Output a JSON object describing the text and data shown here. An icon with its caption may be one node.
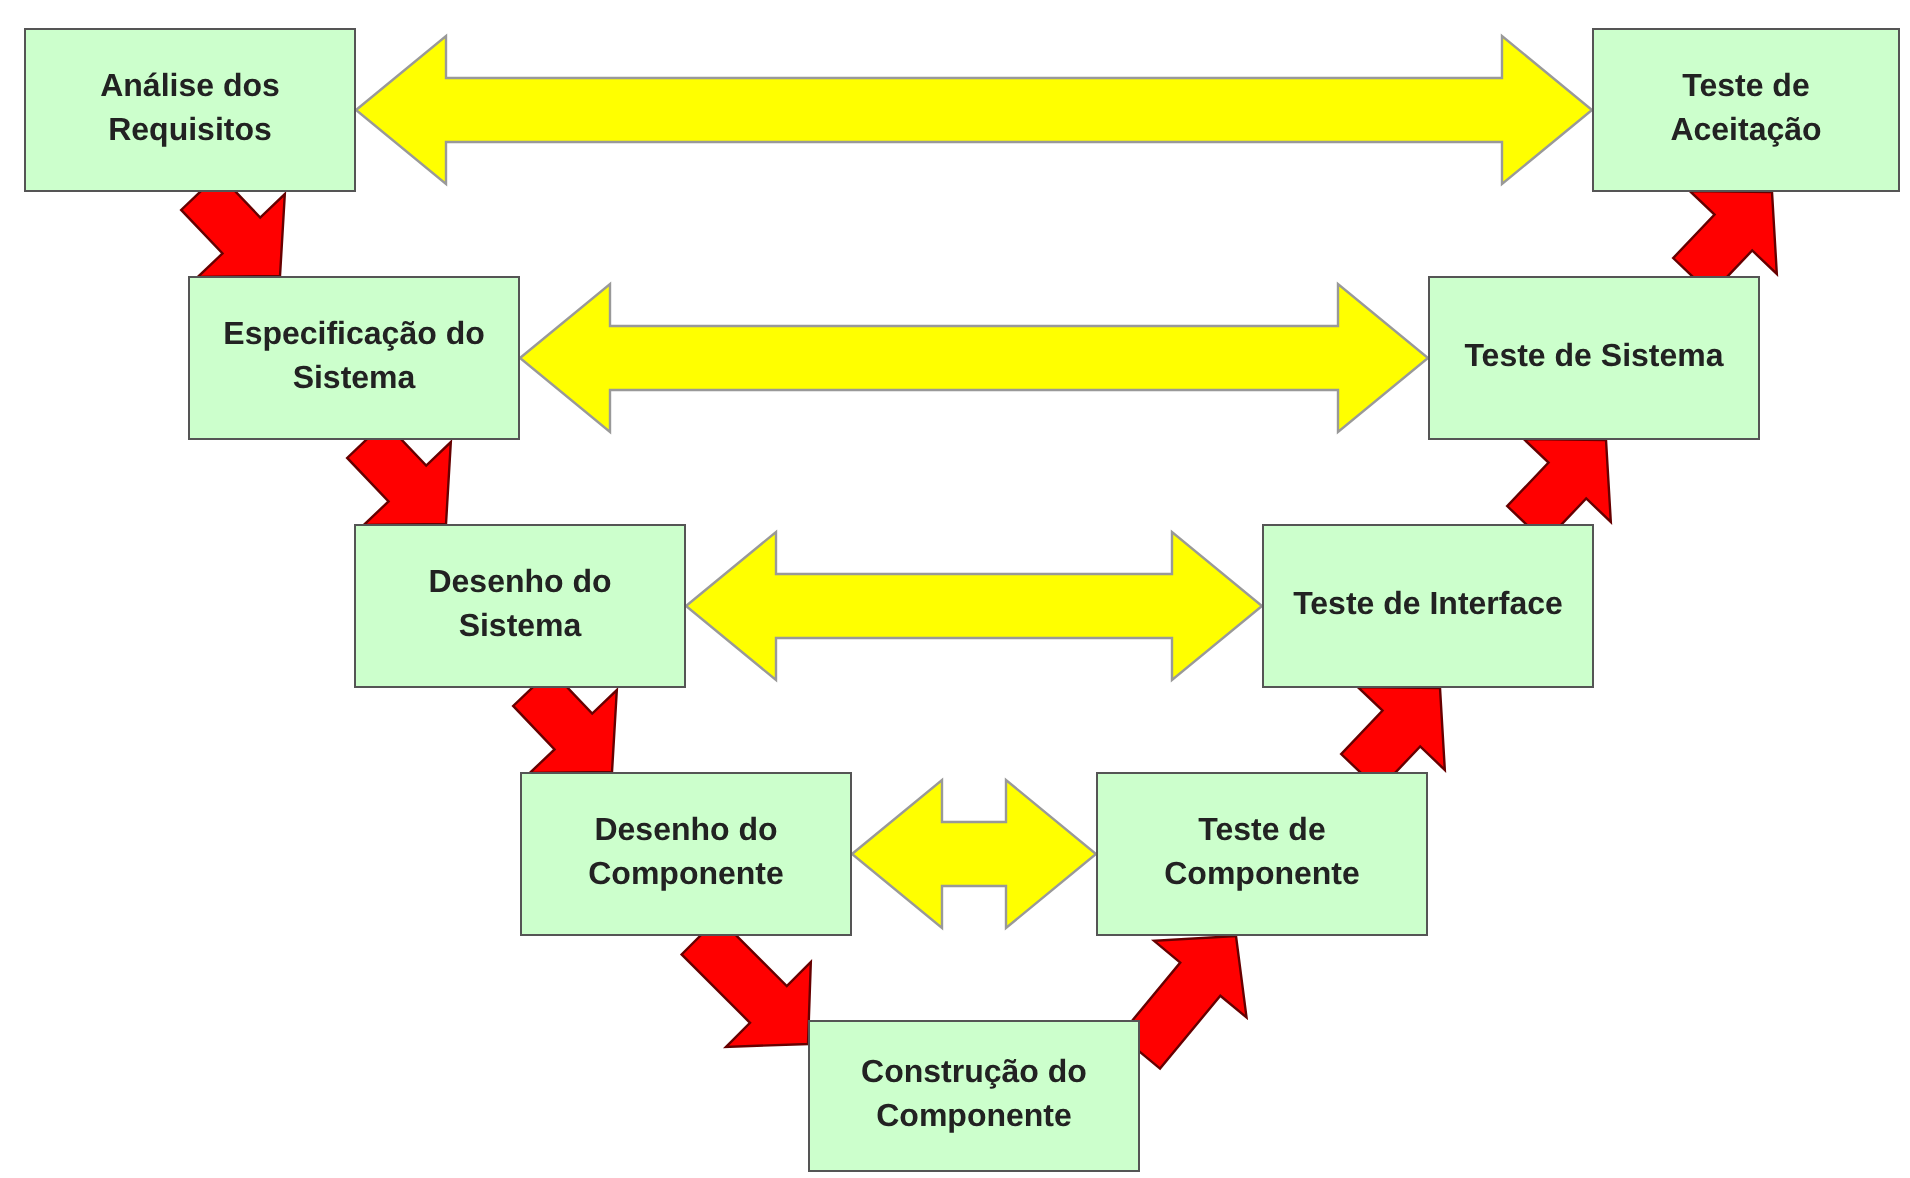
{
  "diagram": {
    "nodes": [
      {
        "text": [
          "Análise dos Requisitos"
        ]
      },
      {
        "text": [
          "Especificação do Sistema"
        ]
      },
      {
        "text": [
          "Desenho do Sistema"
        ]
      },
      {
        "text": [
          "Desenho do Componente"
        ]
      },
      {
        "text": [
          "Construção do Componente"
        ]
      },
      {
        "text": [
          "Teste de Componente"
        ]
      },
      {
        "text": [
          "Teste de Interface"
        ]
      },
      {
        "text": [
          "Teste de Sistema"
        ]
      },
      {
        "text": [
          "Teste de Aceitação"
        ]
      }
    ],
    "edges": [
      {
        "from": 0,
        "to": 8,
        "arrow": "both",
        "color": "#ffff00"
      },
      {
        "from": 1,
        "to": 7,
        "arrow": "both",
        "color": "#ffff00"
      },
      {
        "from": 2,
        "to": 6,
        "arrow": "both",
        "color": "#ffff00"
      },
      {
        "from": 3,
        "to": 5,
        "arrow": "both",
        "color": "#ffff00"
      },
      {
        "from": 0,
        "to": 1,
        "arrow": "to"
      },
      {
        "from": 1,
        "to": 2,
        "arrow": "to"
      },
      {
        "from": 2,
        "to": 3,
        "arrow": "to"
      },
      {
        "from": 3,
        "to": 4,
        "arrow": "to"
      },
      {
        "from": 4,
        "to": 5,
        "arrow": "to"
      },
      {
        "from": 5,
        "to": 6,
        "arrow": "to"
      },
      {
        "from": 6,
        "to": 7,
        "arrow": "to"
      },
      {
        "from": 7,
        "to": 8,
        "arrow": "to"
      }
    ]
  }
}
